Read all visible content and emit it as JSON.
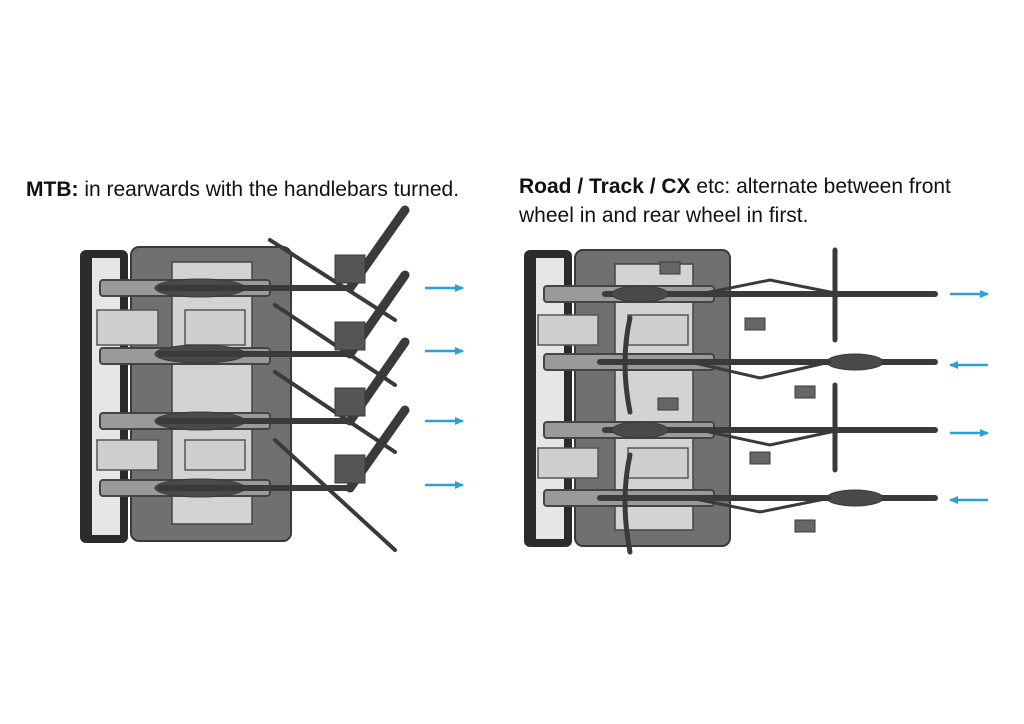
{
  "left_panel": {
    "caption_bold": "MTB:",
    "caption_rest": " in rearwards with the handlebars turned.",
    "arrows": [
      "right",
      "right",
      "right",
      "right"
    ]
  },
  "right_panel": {
    "caption_bold": "Road / Track / CX",
    "caption_rest": " etc: alternate between front wheel in and rear wheel in first.",
    "arrows": [
      "right",
      "left",
      "right",
      "left"
    ]
  },
  "colors": {
    "arrow": "#2aa0d8",
    "rack_dark": "#2b2b2b",
    "rack_mid": "#6d6d6d",
    "rack_light": "#c9c9c9",
    "bike": "#3a3a3a"
  }
}
